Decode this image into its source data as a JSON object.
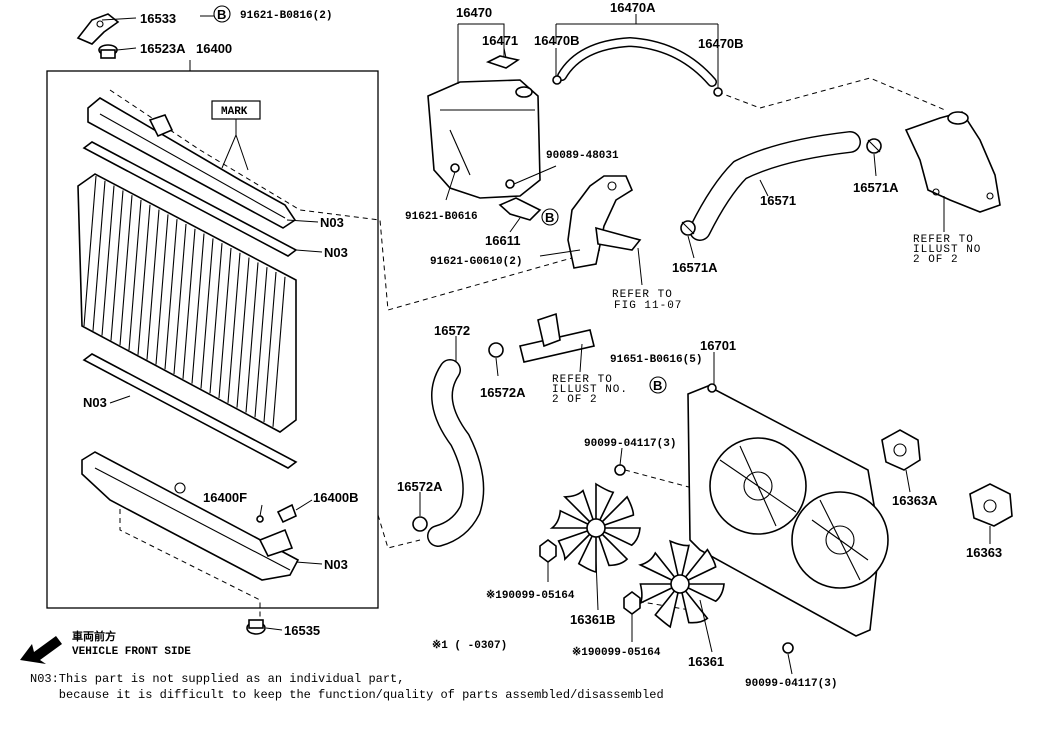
{
  "labels": {
    "p16533": "16533",
    "p16523a": "16523A",
    "p16400": "16400",
    "b_bolt_top": "91621-B0816(2)",
    "b_marker": "B",
    "mark": "MARK",
    "n03": "N03",
    "p16400f": "16400F",
    "p16400b": "16400B",
    "p16535": "16535",
    "p16470": "16470",
    "p16471": "16471",
    "p16470a": "16470A",
    "p16470b": "16470B",
    "bolt_90089": "90089-48031",
    "bolt_91621_b0616": "91621-B0616",
    "p16611": "16611",
    "bolt_91621_g0610": "91621-G0610(2)",
    "p16571": "16571",
    "p16571a": "16571A",
    "p16572": "16572",
    "p16572a": "16572A",
    "p16701": "16701",
    "bolt_91651": "91651-B0616(5)",
    "bolt_90099_top": "90099-04117(3)",
    "bolt_90099_bottom": "90099-04117(3)",
    "p16363a": "16363A",
    "p16363": "16363",
    "p16361b": "16361B",
    "p16361": "16361",
    "nut_190099_a": "※190099-05164",
    "nut_190099_b": "※190099-05164",
    "footnote_1": "※1 (     -0307)"
  },
  "refer_fig": [
    "REFER TO",
    "FIG 11-07"
  ],
  "refer_illust": [
    "REFER TO",
    "ILLUST NO.",
    "2 OF 2"
  ],
  "refer_illust_right": [
    "REFER TO",
    "ILLUST NO",
    "2 OF 2"
  ],
  "front": {
    "jp": "車両前方",
    "en": "VEHICLE FRONT SIDE"
  },
  "notes": {
    "line1": "N03:This part is not supplied as an individual part,",
    "line2": "    because it is difficult to keep the function/quality of parts assembled/disassembled"
  }
}
